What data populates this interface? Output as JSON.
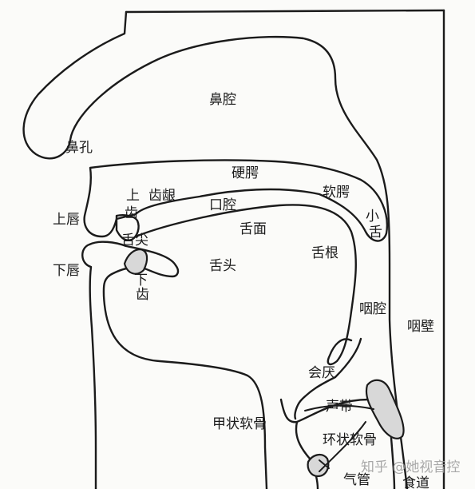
{
  "labels": {
    "nasal_cavity": "鼻腔",
    "nostril": "鼻孔",
    "hard_palate": "硬腭",
    "soft_palate": "软腭",
    "upper_char": "上",
    "alveolar_ridge": "齿龈",
    "upper_teeth_char": "齿",
    "oral_cavity": "口腔",
    "uvula_top": "小",
    "uvula_bottom": "舌",
    "upper_lip": "上唇",
    "tongue_tip": "舌尖",
    "tongue_surface": "舌面",
    "tongue_root": "舌根",
    "lower_lip": "下唇",
    "tongue_blade": "舌头",
    "lower_char": "下",
    "lower_teeth_char": "齿",
    "pharynx": "咽腔",
    "pharyngeal_wall": "咽壁",
    "epiglottis": "会厌",
    "vocal_cords": "声带",
    "thyroid_cartilage": "甲状软骨",
    "cricoid_cartilage": "环状软骨",
    "trachea": "气管",
    "esophagus": "食道"
  },
  "watermark": "知乎 @她视音控"
}
